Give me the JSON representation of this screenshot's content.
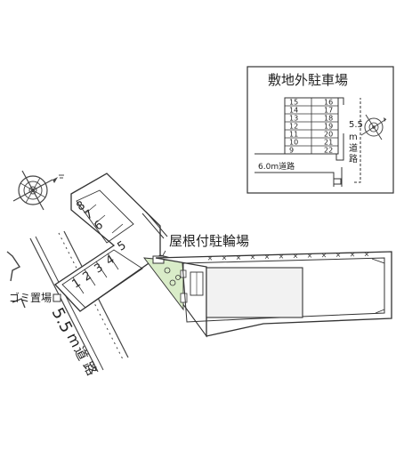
{
  "labels": {
    "offsite_parking": "敷地外駐車場",
    "road_55_v1": "5.5",
    "road_55_v2": "m",
    "road_55_v3": "道",
    "road_55_v4": "路",
    "road_60": "6.0m道路",
    "roof_bike": "屋根付駐輪場",
    "trash": "ゴミ置場",
    "road_main_1": "5.5",
    "road_main_2": "m",
    "road_main_3": "道",
    "road_main_4": "路"
  },
  "inset_left_numbers": [
    "15",
    "14",
    "13",
    "12",
    "11",
    "10",
    "9"
  ],
  "inset_right_numbers": [
    "16",
    "17",
    "18",
    "19",
    "20",
    "21",
    "22"
  ],
  "main_lot_numbers": [
    "1",
    "2",
    "3",
    "4",
    "5",
    "6",
    "7",
    "8"
  ],
  "colors": {
    "line": "#333333",
    "building_fill": "#f2f2f2",
    "green_area": "#d9ecc8"
  }
}
